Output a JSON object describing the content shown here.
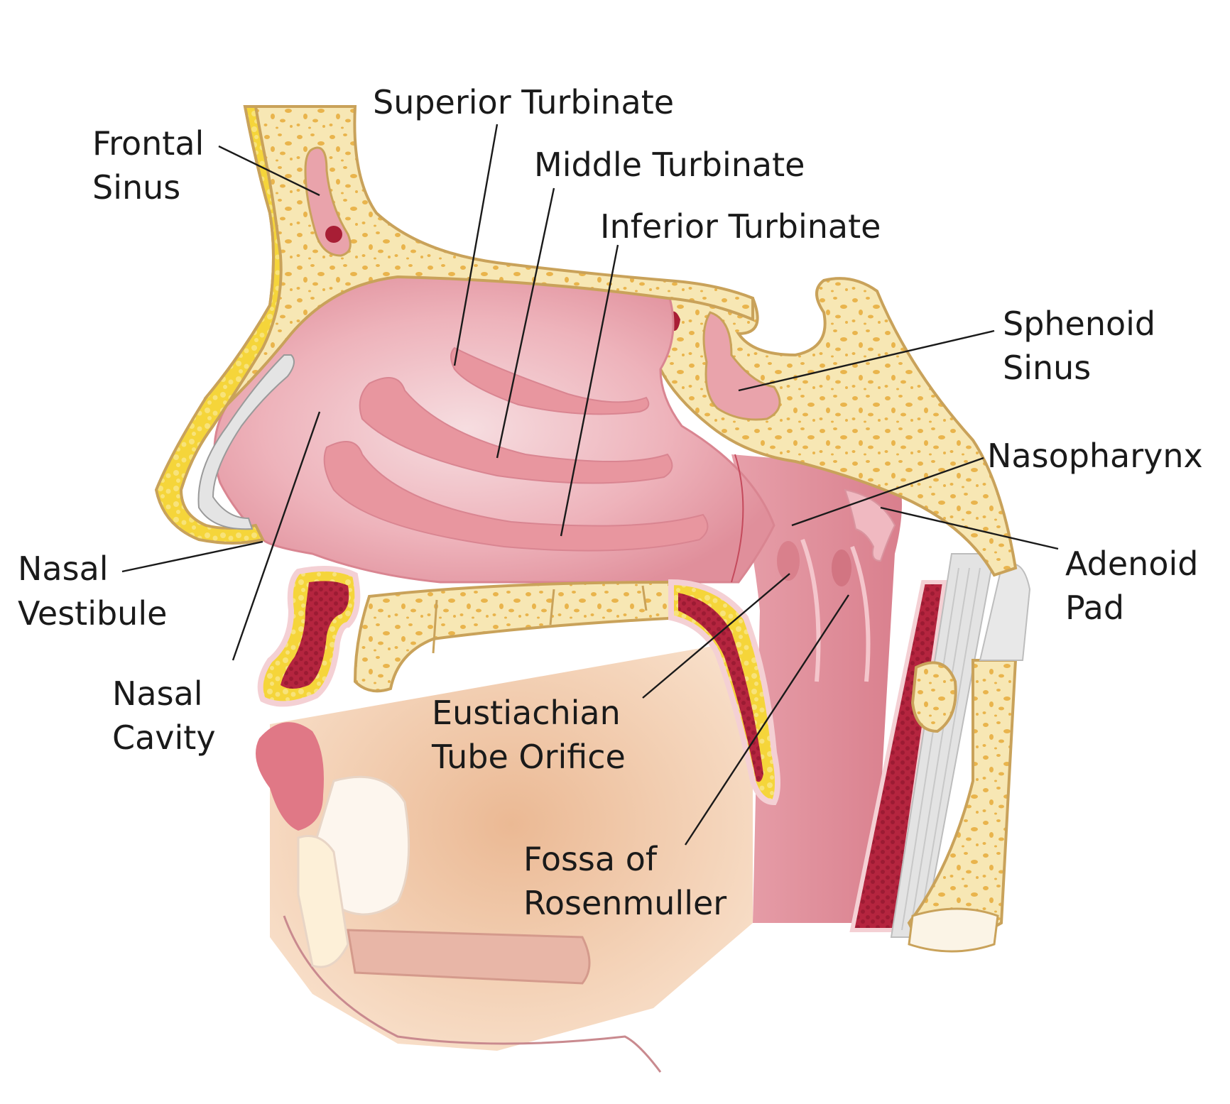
{
  "labels": {
    "frontal_sinus": [
      "Frontal",
      "Sinus"
    ],
    "superior_turbinate": "Superior Turbinate",
    "middle_turbinate": "Middle Turbinate",
    "inferior_turbinate": "Inferior Turbinate",
    "sphenoid_sinus": [
      "Sphenoid",
      "Sinus"
    ],
    "nasopharynx": "Nasopharynx",
    "adenoid_pad": [
      "Adenoid",
      "Pad"
    ],
    "nasal_vestibule": [
      "Nasal",
      "Vestibule"
    ],
    "nasal_cavity": [
      "Nasal",
      "Cavity"
    ],
    "eustachian_tube_orifice": [
      "Eustiachian",
      "Tube Orifice"
    ],
    "fossa_of_rosenmuller": [
      "Fossa of",
      "Rosenmuller"
    ]
  },
  "colors": {
    "bone": "#f7e7b4",
    "bone_spots": "#e9b44c",
    "mucosa": "#e8a3ac",
    "mucosa_light": "#f4d0d4",
    "muscle": "#b5253f",
    "fat": "#f5d53a",
    "cartilage": "#e4e4e4",
    "skin": "#f1c9a8",
    "outline": "#c9a25a"
  }
}
